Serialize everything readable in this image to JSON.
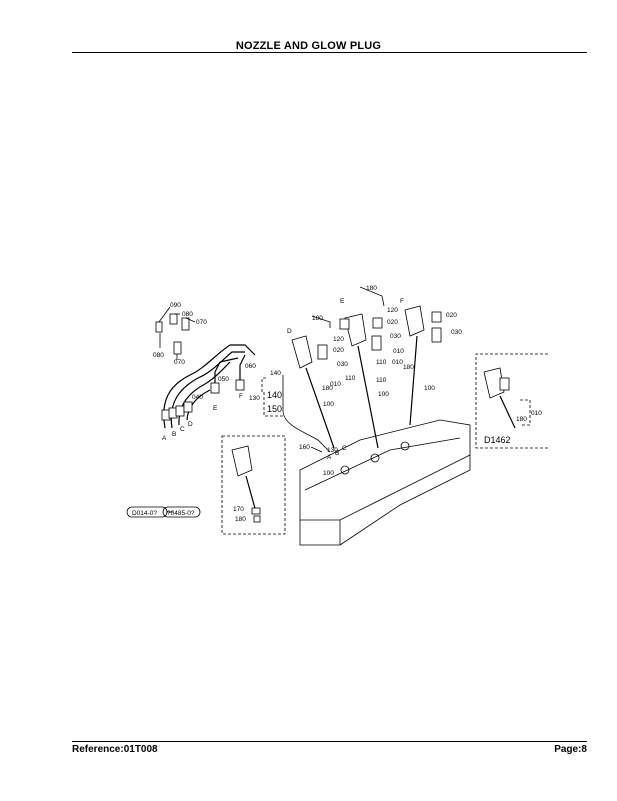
{
  "header": {
    "title": "NOZZLE AND GLOW PLUG"
  },
  "footer": {
    "reference": "Reference:01T008",
    "page": "Page:8"
  },
  "diagram": {
    "part_numbers": [
      "090",
      "080",
      "070",
      "080",
      "070",
      "060",
      "050",
      "040",
      "100",
      "110",
      "120",
      "130",
      "140",
      "150",
      "160",
      "170",
      "180",
      "010",
      "020",
      "030"
    ],
    "pipe_letters": [
      "A",
      "B",
      "C",
      "D",
      "E",
      "F"
    ],
    "inset_label": "D1462",
    "serial_ranges": [
      "D014-0?",
      "?0485-0?"
    ]
  }
}
